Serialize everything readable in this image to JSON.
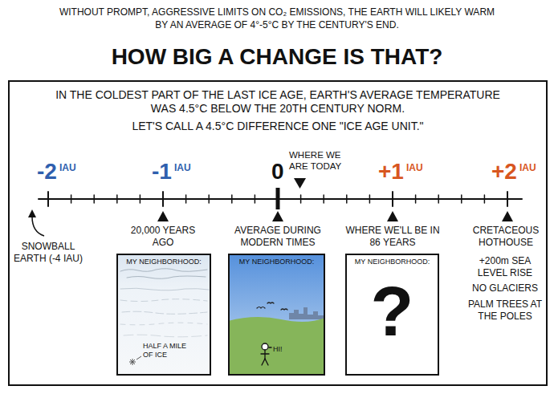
{
  "diagram": {
    "title": "HOW BIG A CHANGE IS THAT?",
    "nodes": [
      {
        "text": [
          "IN THE COLDEST PART OF THE LAST ICE AGE, EARTH'S AVERAGE TEMPERATURE WAS 4.5°C BELOW THE 20TH CENTURY NORM.",
          "LET'S CALL A 4.5°C DIFFERENCE ONE \"ICE AGE UNIT.\""
        ]
      },
      {
        "text": [
          "MY NEIGHBORHOOD:",
          "HALF A MILE OF ICE"
        ],
        "in": 0
      },
      {
        "text": [
          "MY NEIGHBORHOOD:",
          "HI!"
        ],
        "in": 0
      },
      {
        "text": [
          "MY NEIGHBORHOOD:",
          "?"
        ],
        "in": 0
      }
    ],
    "labels": [
      "WITHOUT PROMPT, AGGRESSIVE LIMITS ON CO₂ EMISSIONS, THE EARTH WILL LIKELY WARM BY AN AVERAGE OF 4°-5°C BY THE CENTURY'S END.",
      "-2",
      "IAU",
      "-1",
      "IAU",
      "0",
      "WHERE WE ARE TODAY",
      "+1",
      "IAU",
      "+2",
      "IAU",
      "SNOWBALL EARTH (-4 IAU)",
      "20,000 YEARS AGO",
      "AVERAGE DURING MODERN TIMES",
      "WHERE WE'LL BE IN 86 YEARS",
      "CRETACEOUS HOTHOUSE",
      "+200m SEA LEVEL RISE",
      "NO GLACIERS",
      "PALM TREES AT THE POLES"
    ]
  }
}
